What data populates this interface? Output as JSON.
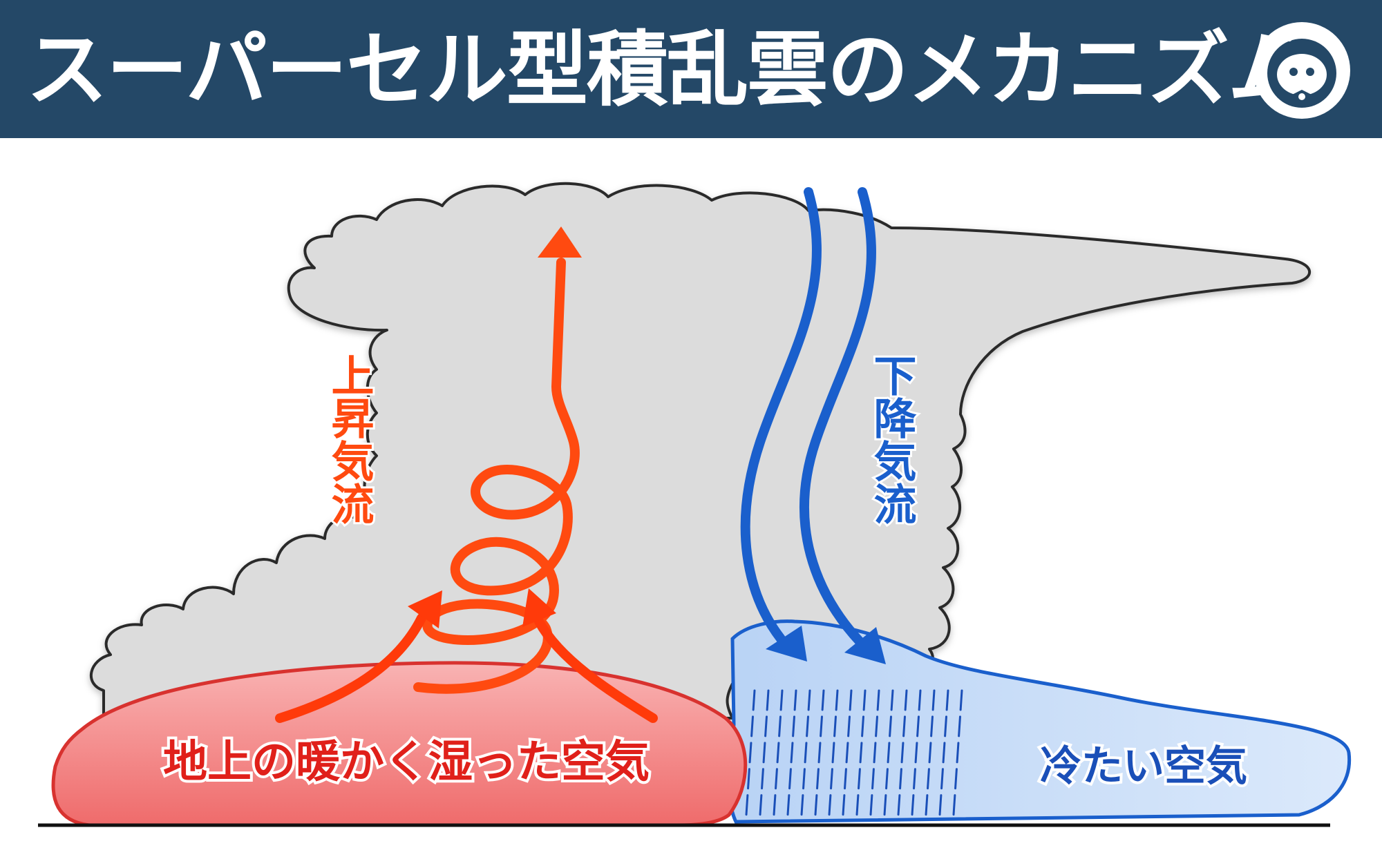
{
  "header": {
    "title": "スーパーセル型積乱雲のメカニズム",
    "logo_icon": "mascot-face-icon",
    "background": "#244867"
  },
  "diagram": {
    "updraft_label": "上昇気流",
    "downdraft_label": "下降気流",
    "warm_air_label": "地上の暖かく湿った空気",
    "cold_air_label": "冷たい空気",
    "colors": {
      "updraft": "#ff4a10",
      "downdraft": "#1a5fcc",
      "warm_air": "#f27a7a",
      "cold_air": "#c7dcf6",
      "cloud": "#dcdcdc"
    }
  }
}
